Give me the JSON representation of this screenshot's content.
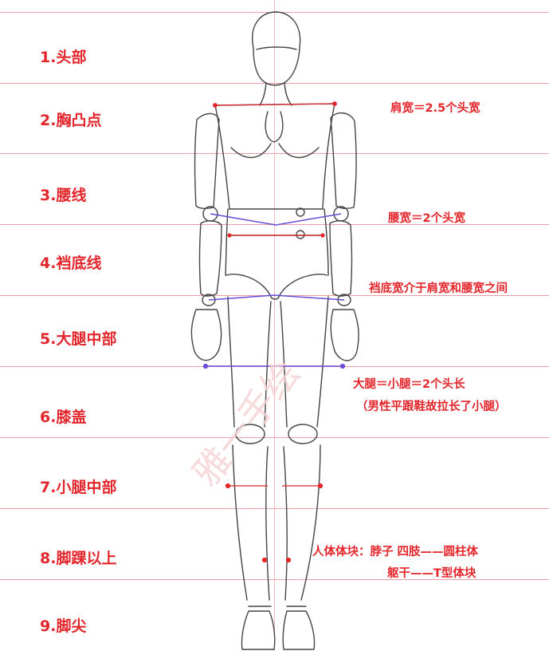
{
  "steps": [
    {
      "label": "1.头部"
    },
    {
      "label": "2.胸凸点"
    },
    {
      "label": "3.腰线"
    },
    {
      "label": "4.裆底线"
    },
    {
      "label": "5.大腿中部"
    },
    {
      "label": "6.膝盖"
    },
    {
      "label": "7.小腿中部"
    },
    {
      "label": "8.脚踝以上"
    },
    {
      "label": "9.脚尖"
    }
  ],
  "annotations": {
    "shoulder": "肩宽＝2.5个头宽",
    "waist": "腰宽＝2个头宽",
    "crotch": "裆底宽介于肩宽和腰宽之间",
    "thigh": "大腿＝小腿＝2个头长",
    "thigh_note": "（男性平跟鞋故拉长了小腿）",
    "blocks_line1": "人体体块：脖子 四肢——圆柱体",
    "blocks_line2": "躯干——T型体块"
  },
  "colors": {
    "label_red": "#e3262b",
    "guide_pink": "#e8a0a4",
    "measure_purple": "#6a4cd6",
    "sketch_gray": "#444444"
  },
  "watermark": "雅一手绘"
}
